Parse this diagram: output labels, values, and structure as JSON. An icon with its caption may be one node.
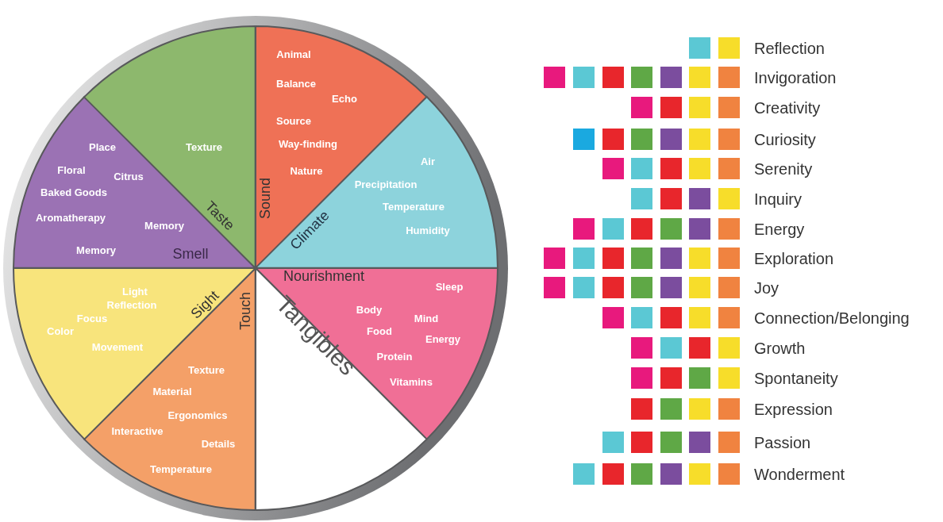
{
  "diagram": {
    "nodes": [
      {
        "text": [
          "Sound",
          "Animal",
          "Balance",
          "Echo",
          "Source",
          "Way-finding",
          "Nature"
        ]
      },
      {
        "text": [
          "Climate",
          "Air",
          "Precipitation",
          "Temperature",
          "Humidity"
        ]
      },
      {
        "text": [
          "Nourishment",
          "Sleep",
          "Body",
          "Mind",
          "Food",
          "Energy",
          "Protein",
          "Vitamins"
        ]
      },
      {
        "text": [
          "Tangibles"
        ]
      },
      {
        "text": [
          "Touch",
          "Texture",
          "Material",
          "Ergonomics",
          "Interactive",
          "Details",
          "Temperature"
        ]
      },
      {
        "text": [
          "Sight",
          "Light",
          "Reflection",
          "Focus",
          "Color",
          "Movement"
        ]
      },
      {
        "text": [
          "Smell",
          "Place",
          "Floral",
          "Citrus",
          "Baked Goods",
          "Aromatherapy",
          "Memory",
          "Memory"
        ]
      },
      {
        "text": [
          "Taste",
          "Texture"
        ]
      },
      {
        "text": [],
        "shape": "box"
      },
      {
        "text": [],
        "shape": "box"
      },
      {
        "text": [],
        "shape": "box"
      },
      {
        "text": [],
        "shape": "box"
      },
      {
        "text": [],
        "shape": "box"
      },
      {
        "text": [],
        "shape": "box"
      },
      {
        "text": [],
        "shape": "box"
      },
      {
        "text": [],
        "shape": "box"
      },
      {
        "text": [],
        "shape": "box"
      },
      {
        "text": [],
        "shape": "box"
      },
      {
        "text": [],
        "shape": "box"
      },
      {
        "text": [],
        "shape": "box"
      },
      {
        "text": [],
        "shape": "box"
      },
      {
        "text": [],
        "shape": "box"
      },
      {
        "text": [],
        "shape": "box"
      },
      {
        "text": [],
        "shape": "box"
      },
      {
        "text": [],
        "shape": "box"
      },
      {
        "text": [],
        "shape": "box"
      },
      {
        "text": [],
        "shape": "box"
      },
      {
        "text": [],
        "shape": "box"
      },
      {
        "text": [],
        "shape": "box"
      },
      {
        "text": [],
        "shape": "box"
      },
      {
        "text": [],
        "shape": "box"
      },
      {
        "text": [],
        "shape": "box"
      },
      {
        "text": [],
        "shape": "box"
      },
      {
        "text": [],
        "shape": "box"
      },
      {
        "text": [],
        "shape": "box"
      },
      {
        "text": [],
        "shape": "box"
      },
      {
        "text": [],
        "shape": "box"
      },
      {
        "text": [],
        "shape": "box"
      },
      {
        "text": [],
        "shape": "box"
      },
      {
        "text": [],
        "shape": "box"
      },
      {
        "text": [],
        "shape": "box"
      },
      {
        "text": [],
        "shape": "box"
      },
      {
        "text": [],
        "shape": "box"
      },
      {
        "text": [],
        "shape": "box"
      },
      {
        "text": [],
        "shape": "box"
      },
      {
        "text": [],
        "shape": "box"
      },
      {
        "text": [],
        "shape": "box"
      },
      {
        "text": [],
        "shape": "box"
      },
      {
        "text": [],
        "shape": "box"
      },
      {
        "text": [],
        "shape": "box"
      },
      {
        "text": [],
        "shape": "box"
      },
      {
        "text": [],
        "shape": "box"
      },
      {
        "text": [],
        "shape": "box"
      },
      {
        "text": [],
        "shape": "box"
      },
      {
        "text": [],
        "shape": "box"
      },
      {
        "text": [],
        "shape": "box"
      },
      {
        "text": [],
        "shape": "box"
      },
      {
        "text": [],
        "shape": "box"
      },
      {
        "text": [],
        "shape": "box"
      },
      {
        "text": [],
        "shape": "box"
      },
      {
        "text": [],
        "shape": "box"
      },
      {
        "text": [],
        "shape": "box"
      },
      {
        "text": [],
        "shape": "box"
      },
      {
        "text": [],
        "shape": "box"
      },
      {
        "text": [],
        "shape": "box"
      },
      {
        "text": [],
        "shape": "box"
      },
      {
        "text": [],
        "shape": "box"
      },
      {
        "text": [],
        "shape": "box"
      },
      {
        "text": [],
        "shape": "box"
      },
      {
        "text": [],
        "shape": "box"
      },
      {
        "text": [],
        "shape": "box"
      },
      {
        "text": [],
        "shape": "box"
      },
      {
        "text": [],
        "shape": "box"
      },
      {
        "text": [],
        "shape": "box"
      },
      {
        "text": [],
        "shape": "box"
      },
      {
        "text": [],
        "shape": "box"
      },
      {
        "text": [],
        "shape": "box"
      },
      {
        "text": [],
        "shape": "box"
      },
      {
        "text": [],
        "shape": "box"
      },
      {
        "text": [],
        "shape": "box"
      },
      {
        "text": [],
        "shape": "box"
      },
      {
        "text": [],
        "shape": "box"
      },
      {
        "text": [],
        "shape": "box"
      },
      {
        "text": [],
        "shape": "box"
      }
    ],
    "labels": [
      "Reflection",
      "Invigoration",
      "Creativity",
      "Curiosity",
      "Serenity",
      "Inquiry",
      "Energy",
      "Exploration",
      "Joy",
      "Connection/Belonging",
      "Growth",
      "Spontaneity",
      "Expression",
      "Passion",
      "Wonderment"
    ]
  }
}
